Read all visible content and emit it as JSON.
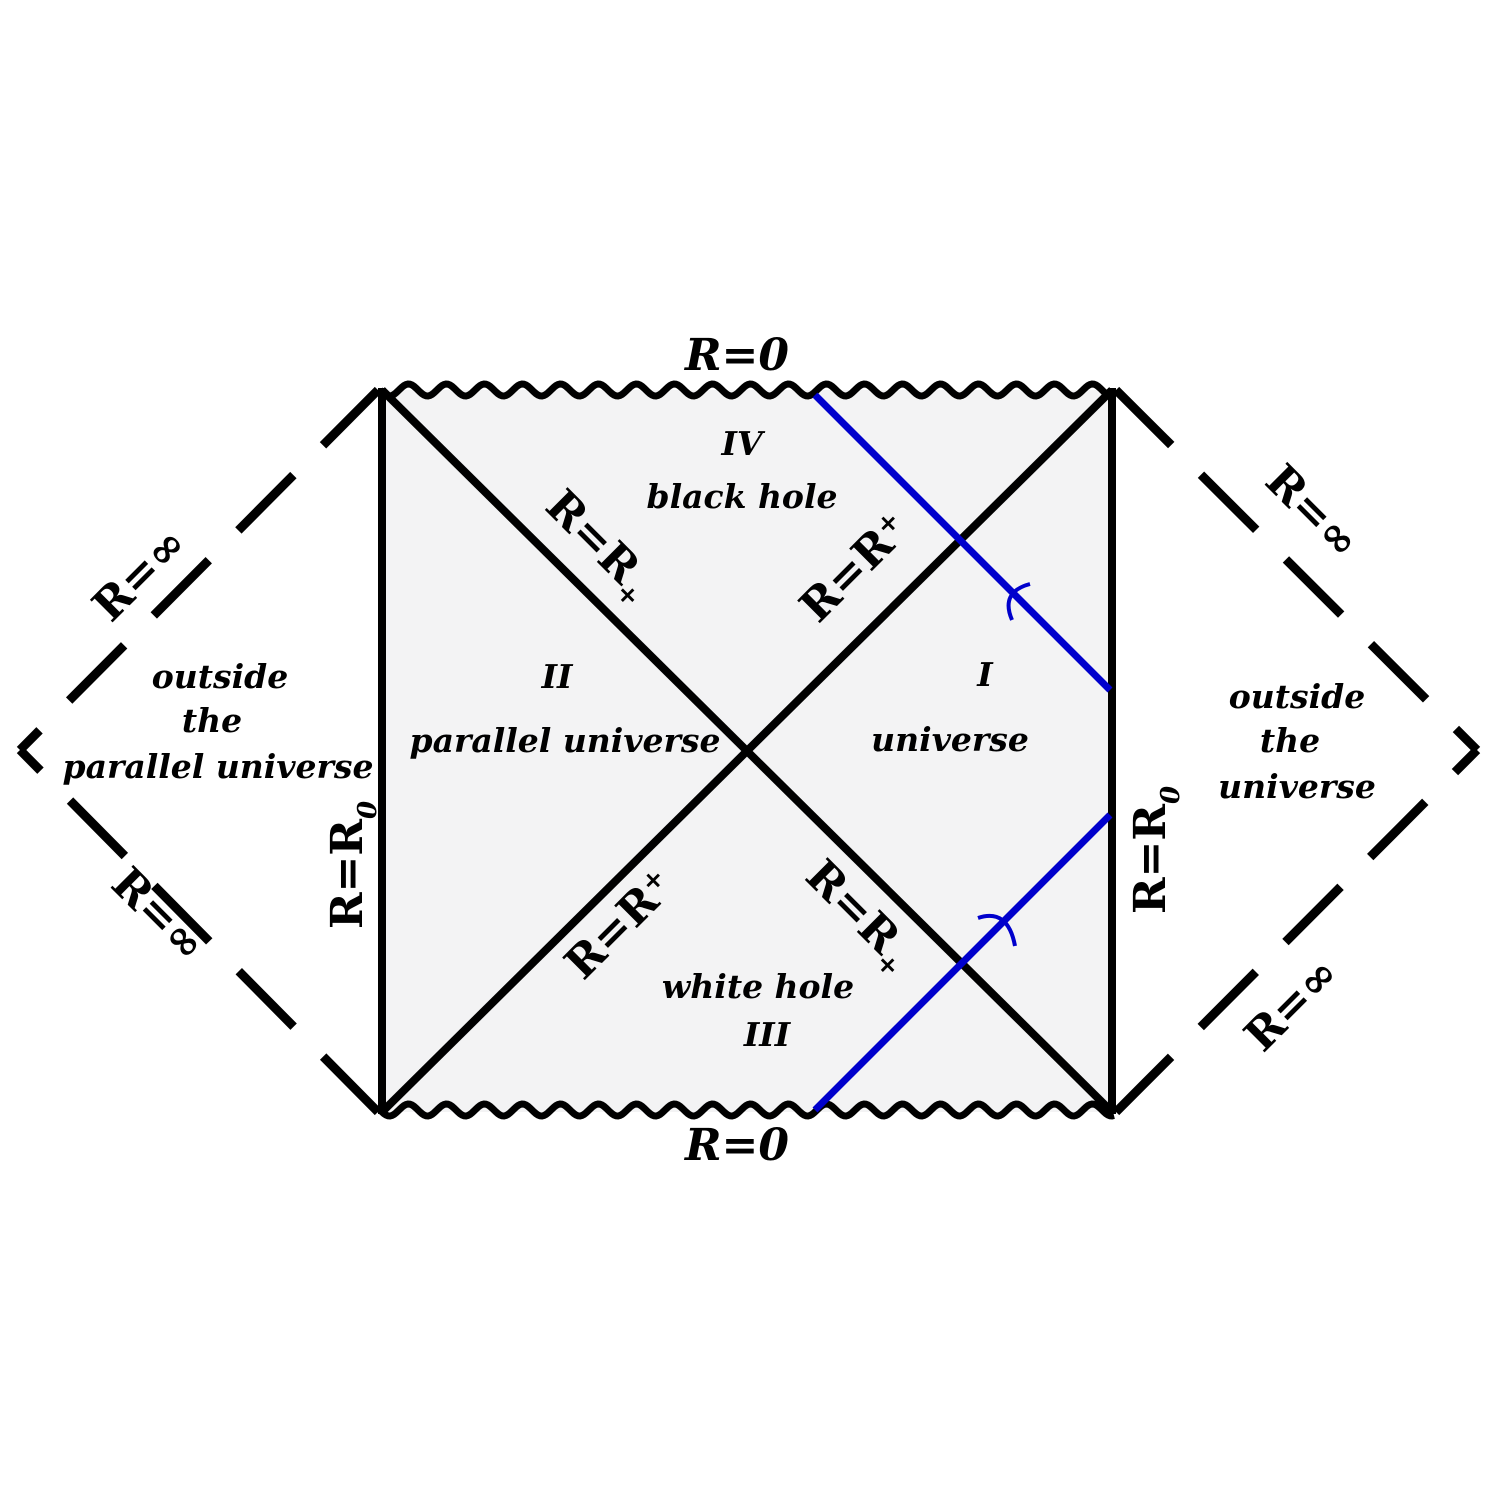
{
  "colors": {
    "background": "#ffffff",
    "interior_fill": "#f3f3f4",
    "line": "#000000",
    "worldline": "#0000cc"
  },
  "boundaries": {
    "top_singularity": "R=0",
    "bottom_singularity": "R=0",
    "left_wall": {
      "main": "R=R",
      "sub": "0"
    },
    "right_wall": {
      "main": "R=R",
      "sub": "0"
    },
    "outer_upper_left": "R=∞",
    "outer_lower_left": "R=∞",
    "outer_upper_right": "R=∞",
    "outer_lower_right": "R=∞",
    "horizon_upper_left": {
      "main": "R=R",
      "sub": "+"
    },
    "horizon_upper_right": {
      "main": "R=R",
      "sub": "+"
    },
    "horizon_lower_left": {
      "main": "R=R",
      "sub": "+"
    },
    "horizon_lower_right": {
      "main": "R=R",
      "sub": "+"
    }
  },
  "regions": {
    "black_hole": {
      "numeral": "IV",
      "name": "black hole"
    },
    "parallel_universe": {
      "numeral": "II",
      "name": "parallel universe"
    },
    "universe": {
      "numeral": "I",
      "name": "universe"
    },
    "white_hole": {
      "numeral": "III",
      "name": "white hole"
    },
    "outside_left": {
      "line1": "outside",
      "line2": "the",
      "line3": "parallel universe"
    },
    "outside_right": {
      "line1": "outside",
      "line2": "the",
      "line3": "universe"
    }
  }
}
